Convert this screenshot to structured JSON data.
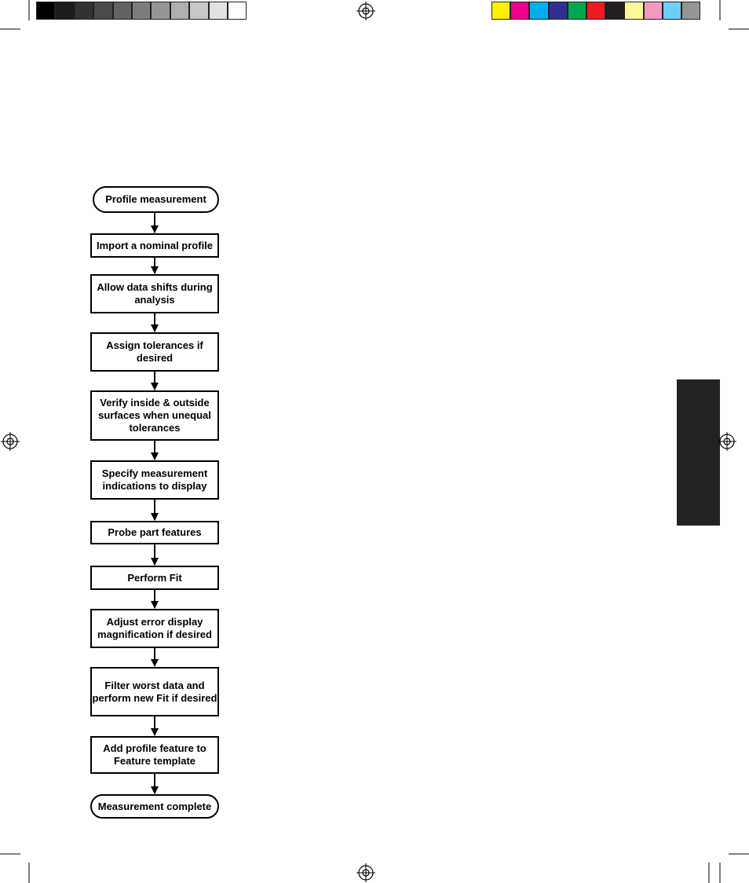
{
  "colors": {
    "grayscale_bar": [
      "#000000",
      "#1c1c1c",
      "#333333",
      "#4a4a4a",
      "#636363",
      "#7c7c7c",
      "#969696",
      "#afafaf",
      "#c8c8c8",
      "#e1e1e1",
      "#ffffff"
    ],
    "color_bar": [
      "#fff200",
      "#ec008c",
      "#00aeef",
      "#2e3192",
      "#00a651",
      "#ed1c24",
      "#231f20",
      "#fff799",
      "#f49ac1",
      "#6dcff6",
      "#959595"
    ],
    "side_tab": "#222222",
    "node_border": "#000000",
    "arrow": "#000000"
  },
  "flowchart": {
    "steps": [
      {
        "id": "start",
        "kind": "terminal",
        "label": "Profile measurement"
      },
      {
        "id": "import-profile",
        "kind": "process",
        "label": "Import a nominal profile"
      },
      {
        "id": "allow-shifts",
        "kind": "process",
        "label": "Allow data shifts during analysis"
      },
      {
        "id": "assign-tolerances",
        "kind": "process",
        "label": "Assign tolerances if desired"
      },
      {
        "id": "verify-surfaces",
        "kind": "process",
        "label": "Verify inside & outside surfaces when unequal tolerances"
      },
      {
        "id": "specify-indications",
        "kind": "process",
        "label": "Specify measurement indications to display"
      },
      {
        "id": "probe-features",
        "kind": "process",
        "label": "Probe part features"
      },
      {
        "id": "perform-fit",
        "kind": "process",
        "label": "Perform Fit"
      },
      {
        "id": "adjust-magnification",
        "kind": "process",
        "label": "Adjust error display magnification if desired"
      },
      {
        "id": "filter-worst",
        "kind": "process",
        "label": "Filter worst data and perform new Fit if desired"
      },
      {
        "id": "add-to-template",
        "kind": "process",
        "label": "Add profile feature to Feature template"
      },
      {
        "id": "end",
        "kind": "terminal",
        "label": "Measurement complete"
      }
    ]
  }
}
